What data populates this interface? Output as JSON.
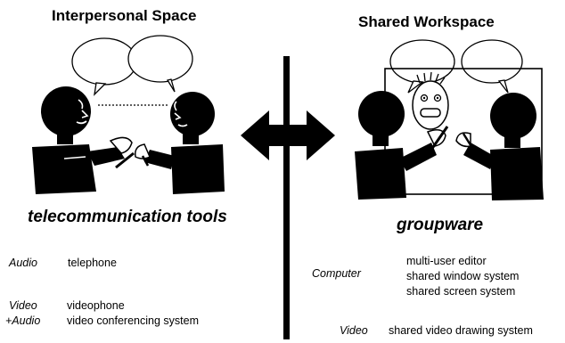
{
  "left": {
    "heading": "Interpersonal Space",
    "subheading": "telecommunication tools",
    "rows": [
      {
        "category": "Audio",
        "items": [
          "telephone"
        ]
      },
      {
        "category": "Video",
        "category2": "+Audio",
        "items": [
          "videophone",
          "video conferencing system"
        ]
      }
    ]
  },
  "right": {
    "heading": "Shared Workspace",
    "subheading": "groupware",
    "rows": [
      {
        "category": "Computer",
        "items": [
          "multi-user editor",
          "shared window system",
          "shared screen system"
        ]
      },
      {
        "category": "Video",
        "items": [
          "shared video drawing system"
        ]
      }
    ]
  },
  "colors": {
    "ink": "#000000",
    "paper": "#ffffff"
  }
}
